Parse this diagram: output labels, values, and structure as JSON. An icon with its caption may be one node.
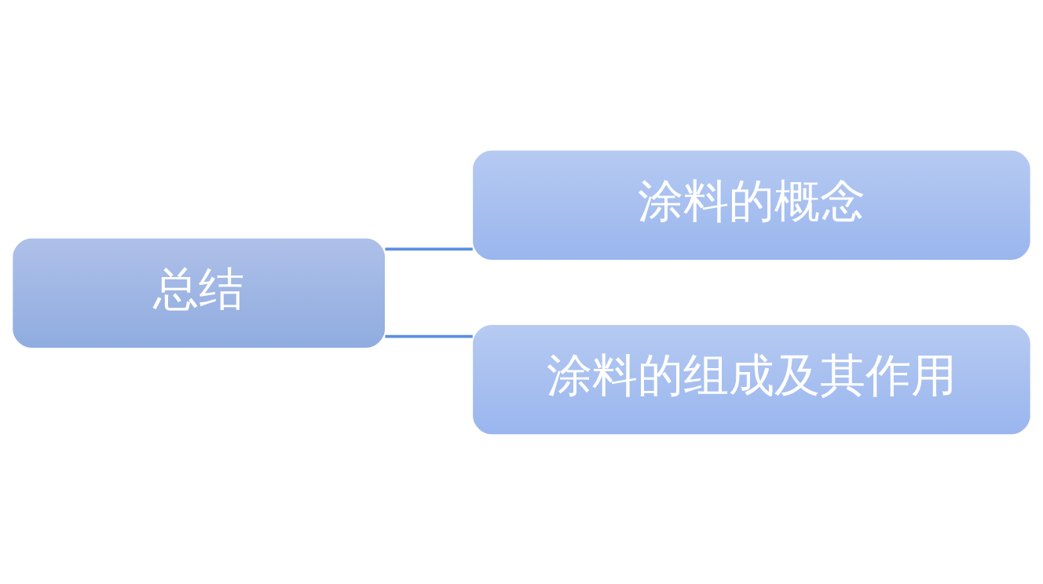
{
  "diagram": {
    "nodes": [
      {
        "text": [
          "总结"
        ]
      },
      {
        "text": [
          "涂料的概念"
        ]
      },
      {
        "text": [
          "涂料的组成及其作用"
        ]
      }
    ],
    "edges": [
      {
        "from": 0,
        "to": 1,
        "arrow": "none"
      },
      {
        "from": 0,
        "to": 2,
        "arrow": "none"
      }
    ]
  }
}
